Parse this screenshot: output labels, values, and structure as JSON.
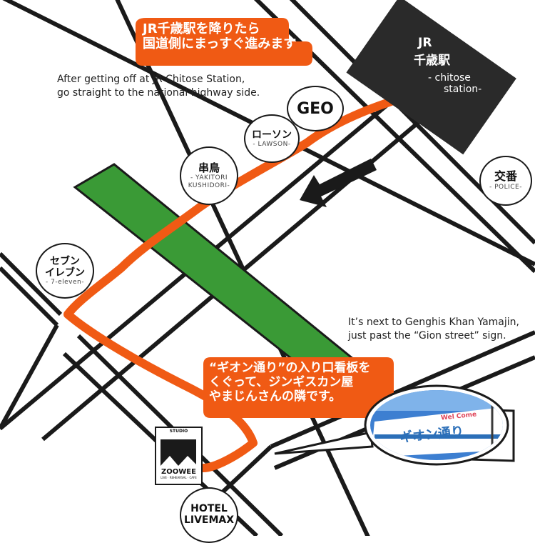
{
  "instructions": {
    "top_jp_line1": "JR千歳駅を降りたら",
    "top_jp_line2": "国道側にまっすぐ進みます",
    "top_en_line1": "After getting off at JR Chitose Station,",
    "top_en_line2": "go straight to the national highway side.",
    "bottom_jp_line1": "“ギオン通り”の入り口看板を",
    "bottom_jp_line2": "くぐって、ジンギスカン屋",
    "bottom_jp_line3": "やまじんさんの隣です。",
    "bottom_en_line1": "It’s next to Genghis Khan Yamajin,",
    "bottom_en_line2": "just past the “Gion street” sign."
  },
  "station": {
    "name_line1": "JR",
    "name_line2": "千歳駅",
    "en_line1": "- chitose",
    "en_line2": "station-"
  },
  "landmarks": {
    "geo": "GEO",
    "lawson_jp": "ローソン",
    "lawson_en": "- LAWSON-",
    "kushidori_jp": "串鳥",
    "kushidori_en_line1": "- YAKITORI",
    "kushidori_en_line2": "KUSHIDORI-",
    "police_jp": "交番",
    "police_en": "- POLICE-",
    "seven_jp_line1": "セブン",
    "seven_jp_line2": "イレブン",
    "seven_en": "- 7-eleven-",
    "hotel_line1": "HOTEL",
    "hotel_line2": "LIVEMAX"
  },
  "logo": {
    "top": "STUDIO",
    "name": "ZOOWEE",
    "sub": "LIVE · REHEARSAL · CAFE"
  },
  "photo": {
    "sign_welcome": "Wel Come",
    "sign_text": "ギオン通り"
  },
  "colors": {
    "route": "#f05a14",
    "bubble": "#f05a14",
    "green_strip": "#3a9a36",
    "road_line": "#1a1a1a",
    "station_fill": "#2a2a2a"
  }
}
